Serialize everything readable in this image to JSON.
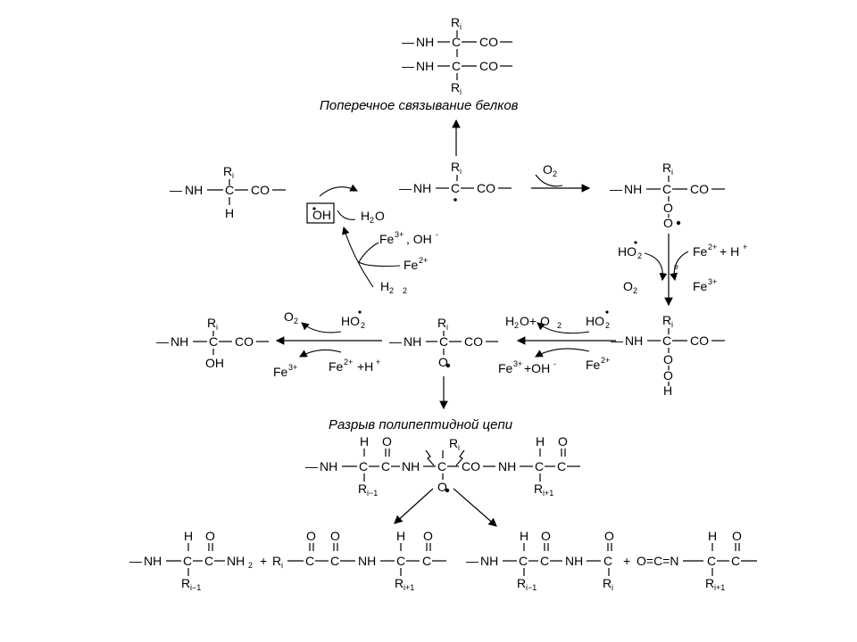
{
  "captions": {
    "crosslinking": "Поперечное связывание белков",
    "cleavage": "Разрыв полипептидной цепи"
  },
  "labels": {
    "bond": "—",
    "NH": "NH",
    "CO": "CO",
    "C": "C",
    "H": "H",
    "O": "O",
    "OH": "OH",
    "NH2": "NH",
    "two": "2",
    "R": "R",
    "i": "i",
    "i_minus_1": "i−1",
    "i_plus_1": "i+1",
    "plus": "+",
    "OCN": "O=C=N",
    "e": "e"
  },
  "reagents": {
    "OH_radical": "OH",
    "H2O": "H",
    "H2O_sub": "2",
    "H2O_tail": "O",
    "Fe3_OH": "Fe",
    "Fe3_sup": "3+",
    "Fe3_OH_tail": ", OH",
    "minus": "-",
    "Fe2": "Fe",
    "Fe2_sup": "2+",
    "H2O2": "H",
    "O2": "O",
    "O2_sub": "2",
    "HO2": "HO",
    "Fe2_H": "Fe",
    "Fe2_H_tail": "+ H",
    "Fe3": "Fe",
    "Fe2_plus_H": "+H",
    "H2O_O2": "H",
    "H2O_O2_tail": "O+ O",
    "Fe3_OH2": "Fe",
    "Fe3_OH2_tail": "+OH",
    "plus_sign": "+"
  }
}
